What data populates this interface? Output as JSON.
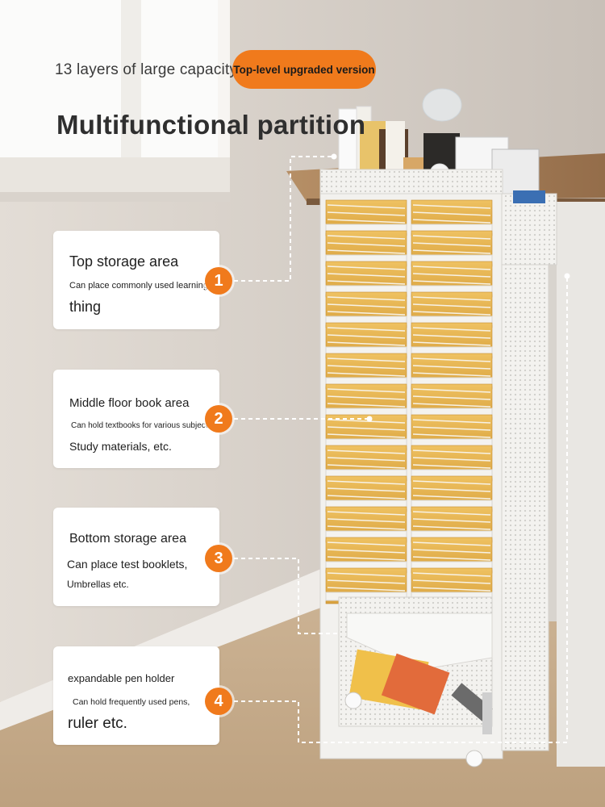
{
  "headline": "13 layers of large capacity",
  "badge": "Top-level upgraded version",
  "title": "Multifunctional partition",
  "features": [
    {
      "number": "1",
      "heading": "Top storage area",
      "detail": "Can place commonly used learning",
      "tail": "thing"
    },
    {
      "number": "2",
      "heading": "Middle floor book area",
      "detail": "Can hold textbooks for various subjects",
      "tail": "Study materials, etc."
    },
    {
      "number": "3",
      "heading": "Bottom storage area",
      "detail": "Can place test booklets,",
      "tail": "Umbrellas etc."
    },
    {
      "number": "4",
      "heading": "expandable pen holder",
      "detail": "Can hold frequently used pens,",
      "tail": "ruler etc."
    }
  ],
  "colors": {
    "accent": "#f07a1c",
    "rack": "#f4f3f1",
    "files": "#e7b34a",
    "wall": "#cfc8c1",
    "floor": "#c8ae8c"
  }
}
